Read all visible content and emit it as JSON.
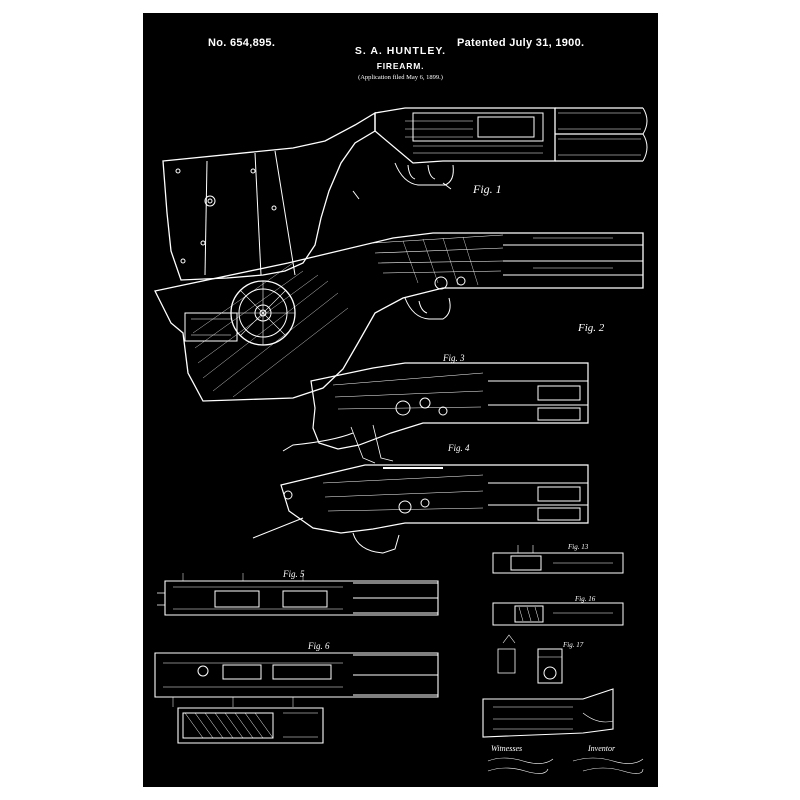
{
  "patent": {
    "number": "No. 654,895.",
    "date": "Patented July 31, 1900.",
    "inventor": "S. A. HUNTLEY.",
    "subject": "FIREARM.",
    "filed": "(Application filed May 6, 1899.)"
  },
  "figures": [
    {
      "label": "Fig. 1"
    },
    {
      "label": "Fig. 2"
    },
    {
      "label": "Fig. 3"
    },
    {
      "label": "Fig. 4"
    },
    {
      "label": "Fig. 5"
    },
    {
      "label": "Fig. 6"
    },
    {
      "label": "Fig. 13"
    },
    {
      "label": "Fig. 16"
    },
    {
      "label": "Fig. 17"
    }
  ],
  "signatures": {
    "witnesses": "Witnesses",
    "inventor": "Inventor"
  },
  "colors": {
    "background": "#000000",
    "ink": "#ffffff",
    "frame": "#ffffff"
  }
}
